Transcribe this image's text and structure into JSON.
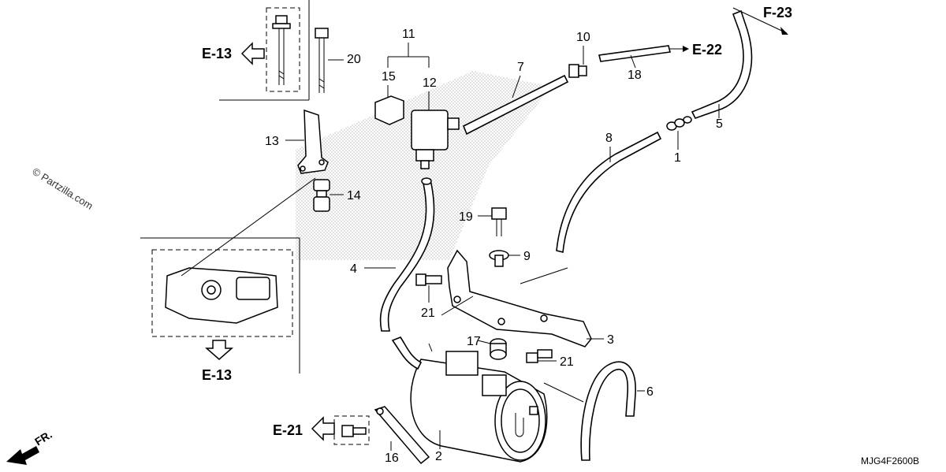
{
  "watermark": "© Partzilla.com",
  "diagram_code": "MJG4F2600B",
  "direction_label": "FR.",
  "references": {
    "e13_top": "E-13",
    "e13_bottom": "E-13",
    "e21": "E-21",
    "e22": "E-22",
    "f23": "F-23"
  },
  "parts": {
    "p1": "1",
    "p2": "2",
    "p3": "3",
    "p4": "4",
    "p5": "5",
    "p6": "6",
    "p7": "7",
    "p8": "8",
    "p9": "9",
    "p10": "10",
    "p11": "11",
    "p12": "12",
    "p13": "13",
    "p14": "14",
    "p15": "15",
    "p16": "16",
    "p17": "17",
    "p18": "18",
    "p19": "19",
    "p20": "20",
    "p21a": "21",
    "p21b": "21"
  }
}
